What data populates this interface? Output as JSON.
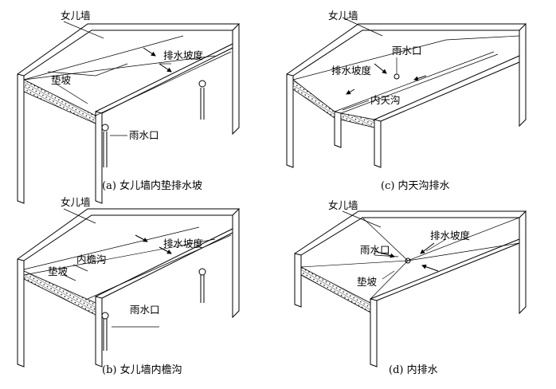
{
  "panels": {
    "a": {
      "caption": "(a) 女儿墙内垫排水坡",
      "labels": {
        "parapet": "女儿墙",
        "slope": "排水坡度",
        "cushion": "垫坡",
        "outlet": "雨水口"
      }
    },
    "b": {
      "caption": "(b) 女儿墙内檐沟",
      "labels": {
        "parapet": "女儿墙",
        "slope": "排水坡度",
        "gutter": "内檐沟",
        "cushion": "垫坡",
        "outlet": "雨水口"
      }
    },
    "c": {
      "caption": "(c) 内天沟排水",
      "labels": {
        "parapet": "女儿墙",
        "outlet": "雨水口",
        "slope": "排水坡度",
        "gutter": "内天沟"
      }
    },
    "d": {
      "caption": "(d) 内排水",
      "labels": {
        "parapet": "女儿墙",
        "outlet": "雨水口",
        "slope": "排水坡度",
        "cushion": "垫坡"
      }
    }
  }
}
